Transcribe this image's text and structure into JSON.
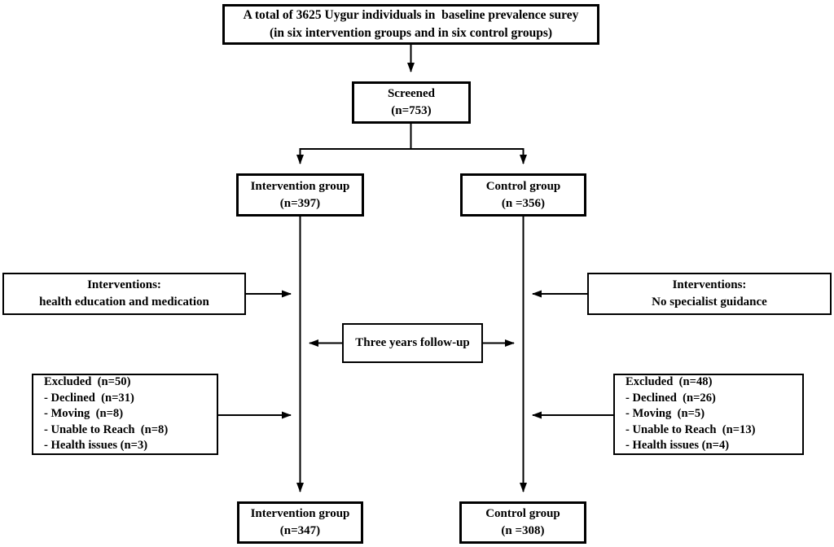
{
  "diagram": {
    "title_box": {
      "line1": "A total of 3625 Uygur individuals in  baseline prevalence surey",
      "line2": "(in six intervention groups and in six control groups)"
    },
    "screened": {
      "line1": "Screened",
      "line2": "(n=753)"
    },
    "intervention_group": {
      "line1": "Intervention group",
      "line2": "(n=397)"
    },
    "control_group": {
      "line1": "Control group",
      "line2": "(n =356)"
    },
    "interventions_left": {
      "line1": "Interventions:",
      "line2": "health education and medication"
    },
    "interventions_right": {
      "line1": "Interventions:",
      "line2": "No specialist guidance"
    },
    "follow_up": {
      "label": "Three years follow-up"
    },
    "excluded_left": {
      "lines": [
        "Excluded  (n=50)",
        "- Declined  (n=31)",
        "- Moving  (n=8)",
        "- Unable to Reach  (n=8)",
        "- Health issues (n=3)"
      ]
    },
    "excluded_right": {
      "lines": [
        "Excluded  (n=48)",
        "- Declined  (n=26)",
        "- Moving  (n=5)",
        "- Unable to Reach  (n=13)",
        "- Health issues (n=4)"
      ]
    },
    "intervention_final": {
      "line1": "Intervention group",
      "line2": "(n=347)"
    },
    "control_final": {
      "line1": "Control group",
      "line2": "(n =308)"
    },
    "colors": {
      "line": "#000000",
      "background": "#ffffff",
      "text": "#000000"
    }
  }
}
